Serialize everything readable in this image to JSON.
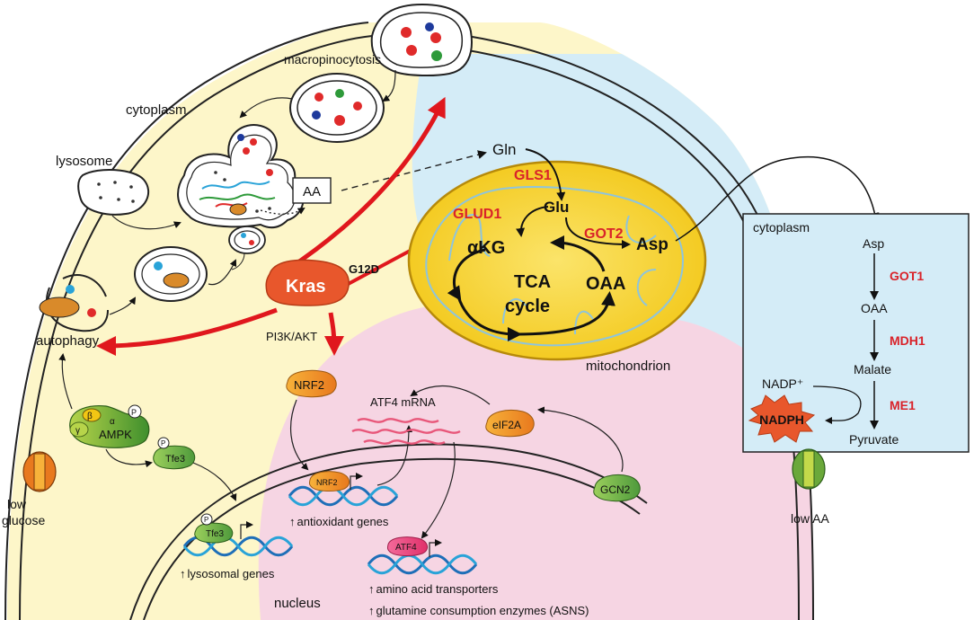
{
  "compartments": {
    "cytoplasm": "cytoplasm",
    "mitochondrion": "mitochondrion",
    "nucleus": "nucleus",
    "lysosome": "lysosome",
    "macropinocytosis": "macropinocytosis",
    "autophagy": "autophagy"
  },
  "center": {
    "kras": "Kras",
    "g12d": "G12D",
    "pi3k": "PI3K/AKT",
    "aa_box": "AA"
  },
  "mito": {
    "gln": "Gln",
    "gls1": "GLS1",
    "glu": "Glu",
    "glud1": "GLUD1",
    "got2": "GOT2",
    "akg": "αKG",
    "asp": "Asp",
    "oaa": "OAA",
    "tca1": "TCA",
    "tca2": "cycle"
  },
  "nuclear": {
    "nrf2": "NRF2",
    "nrf2_small": "NRF2",
    "atf4_mrna": "ATF4 mRNA",
    "eif2a": "eIF2A",
    "gcn2": "GCN2",
    "atf4": "ATF4",
    "tfe3": "Tfe3",
    "tfe3_small": "Tfe3",
    "ampk": "AMPK",
    "alpha": "α",
    "beta": "β",
    "gamma": "γ",
    "p": "P",
    "antioxidant": "antioxidant genes",
    "lysosomal": "lysosomal genes",
    "aa_transporters": "amino acid transporters",
    "glutamine_enz": "glutamine consumption enzymes (ASNS)"
  },
  "labels": {
    "low_glucose_1": "low",
    "low_glucose_2": "glucose",
    "low_aa": "low AA"
  },
  "side_panel": {
    "title": "cytoplasm",
    "asp": "Asp",
    "got1": "GOT1",
    "oaa": "OAA",
    "mdh1": "MDH1",
    "malate": "Malate",
    "nadp": "NADP⁺",
    "me1": "ME1",
    "nadph": "NADPH",
    "pyruvate": "Pyruvate"
  },
  "colors": {
    "cytoplasm_fill": "#fdf6c9",
    "blue_fill": "#d4ecf7",
    "pink_fill": "#f6d5e3",
    "mito_fill": "#f8d31c",
    "kras_fill": "#e8572c",
    "red_arrow": "#e0171d",
    "red_text": "#d9232a"
  }
}
